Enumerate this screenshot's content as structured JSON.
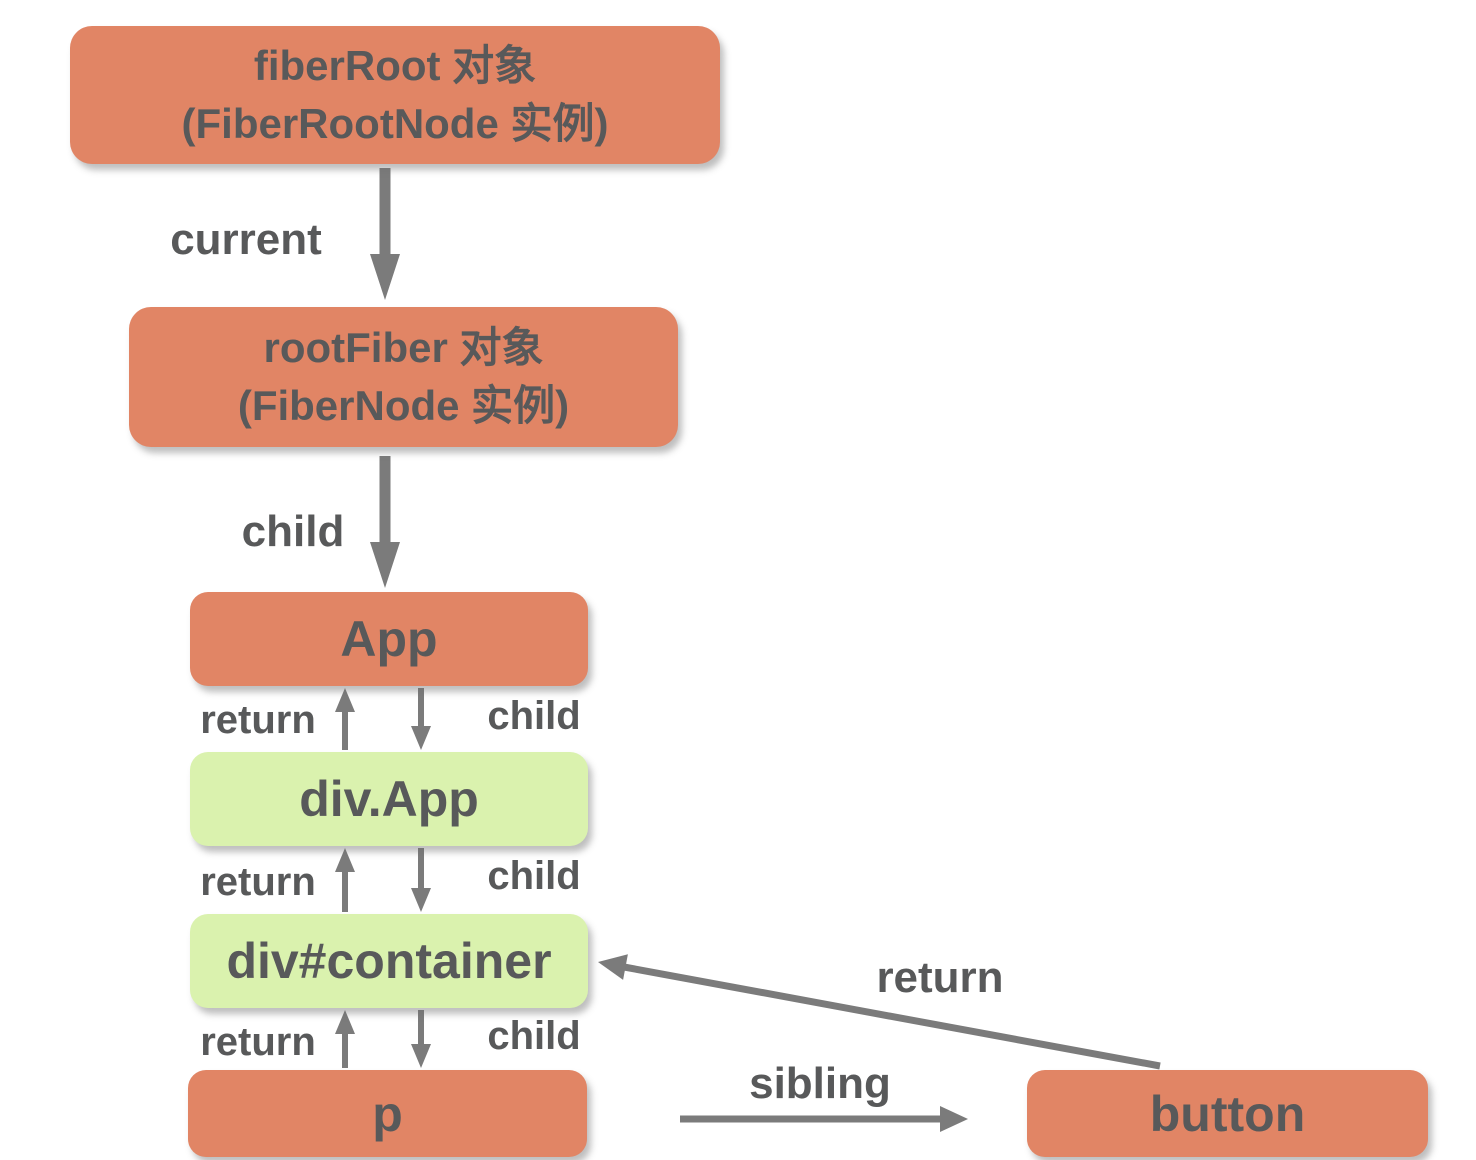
{
  "colors": {
    "node-salmon": "#E18565",
    "node-green": "#DAF2AE",
    "text-gray": "#58595A",
    "arrow-gray": "#7B7B7B",
    "background": "#FFFFFF"
  },
  "nodes": {
    "fiber_root": {
      "line1": "fiberRoot 对象",
      "line2": "(FiberRootNode 实例)"
    },
    "root_fiber": {
      "line1": "rootFiber 对象",
      "line2": "(FiberNode 实例)"
    },
    "app": {
      "label": "App"
    },
    "div_app": {
      "label": "div.App"
    },
    "div_container": {
      "label": "div#container"
    },
    "p": {
      "label": "p"
    },
    "button": {
      "label": "button"
    }
  },
  "edge_labels": {
    "current": "current",
    "child": "child",
    "return": "return",
    "sibling": "sibling"
  }
}
